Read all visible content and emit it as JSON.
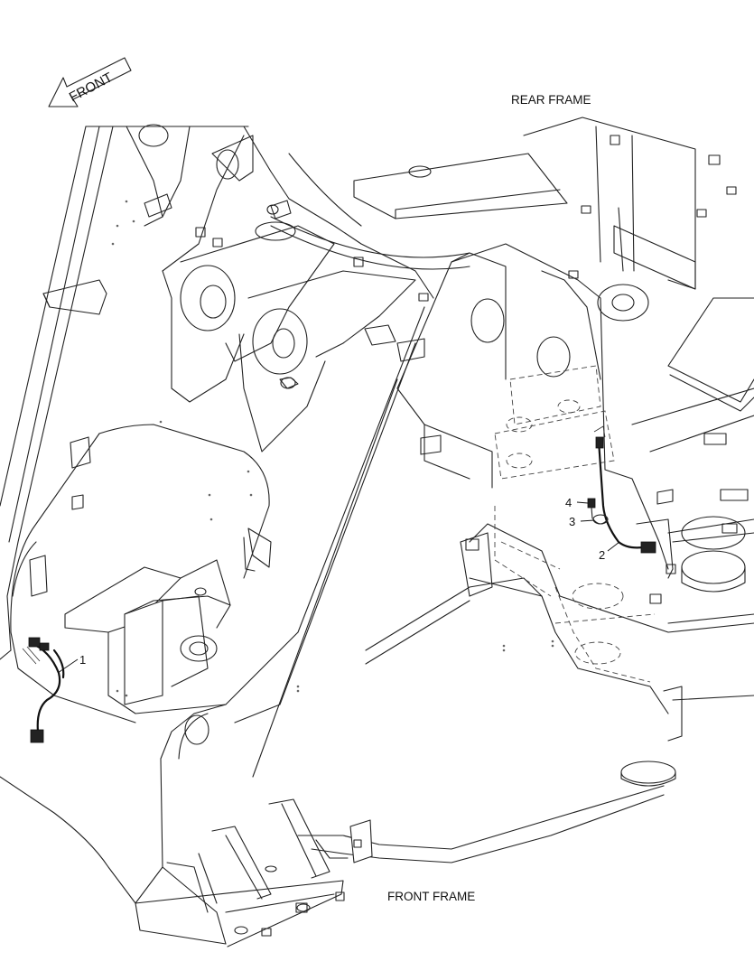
{
  "direction_arrow": {
    "label": "FRONT"
  },
  "frame_labels": {
    "rear": "REAR FRAME",
    "front": "FRONT FRAME"
  },
  "callouts": [
    {
      "number": "1"
    },
    {
      "number": "2"
    },
    {
      "number": "3"
    },
    {
      "number": "4"
    }
  ]
}
